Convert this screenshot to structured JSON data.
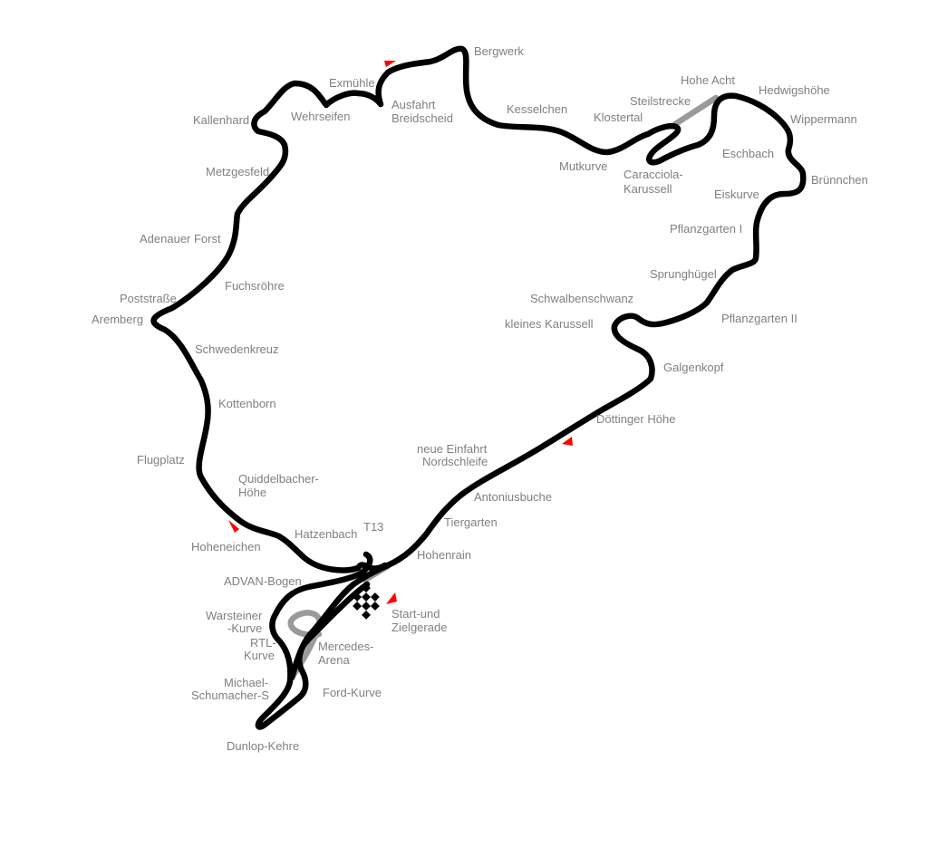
{
  "map": {
    "labels": {
      "bergwerk": "Bergwerk",
      "exmuehle": "Exmühle",
      "ausfahrt_breidscheid_1": "Ausfahrt",
      "ausfahrt_breidscheid_2": "Breidscheid",
      "wehrseifen": "Wehrseifen",
      "kallenhard": "Kallenhard",
      "kesselchen": "Kesselchen",
      "steilstrecke": "Steilstrecke",
      "hohe_acht": "Hohe Acht",
      "hedwigshoehe": "Hedwigshöhe",
      "wippermann": "Wippermann",
      "klostertal": "Klostertal",
      "mutkurve": "Mutkurve",
      "caracciola_1": "Caracciola-",
      "caracciola_2": "Karussell",
      "eschbach": "Eschbach",
      "bruennchen": "Brünnchen",
      "eiskurve": "Eiskurve",
      "metzgesfeld": "Metzgesfeld",
      "adenauer_forst": "Adenauer Forst",
      "pflanzgarten_1": "Pflanzgarten I",
      "sprunghuegel": "Sprunghügel",
      "fuchsroehre": "Fuchsröhre",
      "poststrasse": "Poststraße",
      "schwalbenschwanz": "Schwalbenschwanz",
      "aremberg": "Aremberg",
      "pflanzgarten_2": "Pflanzgarten II",
      "kleines_karussell": "kleines Karussell",
      "schwedenkreuz": "Schwedenkreuz",
      "galgenkopf": "Galgenkopf",
      "kottenborn": "Kottenborn",
      "doettinger_hoehe": "Döttinger Höhe",
      "neue_einfahrt_1": "neue Einfahrt",
      "neue_einfahrt_2": "Nordschleife",
      "flugplatz": "Flugplatz",
      "quiddelbacher_1": "Quiddelbacher-",
      "quiddelbacher_2": "Höhe",
      "antoniusbuche": "Antoniusbuche",
      "tiergarten": "Tiergarten",
      "t13": "T13",
      "hatzenbach": "Hatzenbach",
      "hoheneichen": "Hoheneichen",
      "hohenrain": "Hohenrain",
      "advan_bogen": "ADVAN-Bogen",
      "start_ziel_1": "Start-und",
      "start_ziel_2": "Zielgerade",
      "warsteiner_1": "Warsteiner",
      "warsteiner_2": "-Kurve",
      "rtl_1": "RTL-",
      "rtl_2": "Kurve",
      "mercedes_arena_1": "Mercedes-",
      "mercedes_arena_2": "Arena",
      "michael_1": "Michael-",
      "michael_2": "Schumacher-S",
      "ford_kurve": "Ford-Kurve",
      "dunlop_kehre": "Dunlop-Kehre"
    },
    "colors": {
      "track": "#000000",
      "alt_track": "#9a9a9a",
      "label": "#808080",
      "marker": "#ff0000"
    },
    "icons": [
      "checkered-flag-icon",
      "sector-marker-icon"
    ]
  }
}
